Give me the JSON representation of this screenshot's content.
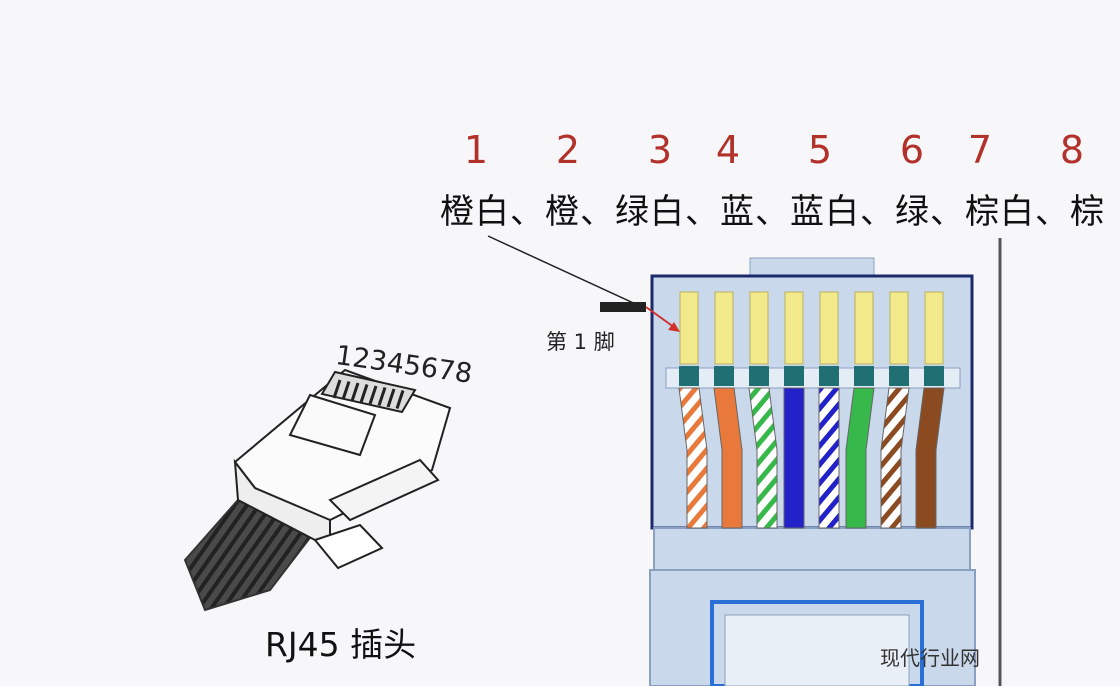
{
  "pin_numbers": [
    "1",
    "2",
    "3",
    "4",
    "5",
    "6",
    "7",
    "8"
  ],
  "color_order_text": "橙白、橙、绿白、蓝、蓝白、绿、棕白、棕",
  "pin1_label": "第 1 脚",
  "plug_pin_numbers": "12345678",
  "plug_caption": "RJ45 插头",
  "watermark_text": "现代行业网",
  "wires": [
    {
      "base": "#ffffff",
      "stripe": "#e8793a"
    },
    {
      "base": "#e8793a",
      "stripe": null
    },
    {
      "base": "#ffffff",
      "stripe": "#36b84a"
    },
    {
      "base": "#2222c8",
      "stripe": null
    },
    {
      "base": "#ffffff",
      "stripe": "#2222c8"
    },
    {
      "base": "#36b84a",
      "stripe": null
    },
    {
      "base": "#ffffff",
      "stripe": "#8b4a1f"
    },
    {
      "base": "#8b4a1f",
      "stripe": null
    }
  ],
  "colors": {
    "pin_number": "#b3312b",
    "contact_gold": "#f2e98a",
    "contact_band": "#1f6f73",
    "connector_body": "#c9d8ea",
    "connector_outline": "#1b2a6b",
    "arrow_red": "#d0312d"
  }
}
